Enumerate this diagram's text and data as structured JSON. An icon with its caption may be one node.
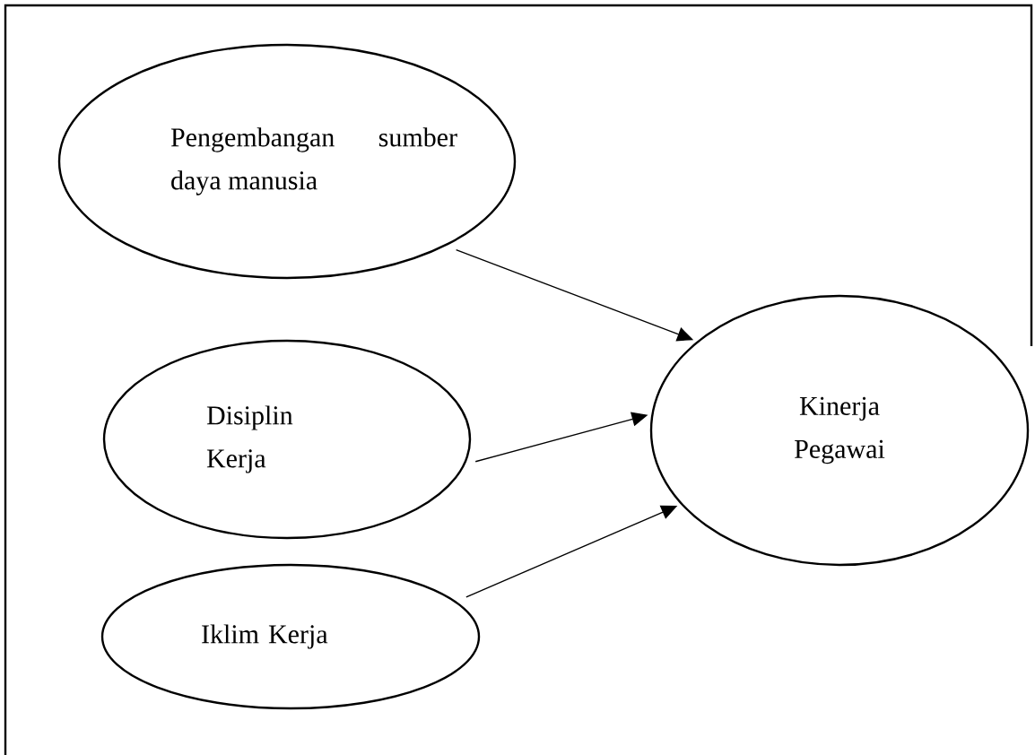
{
  "diagram": {
    "nodes": [
      {
        "text": [
          "Pengembangan sumber daya manusia"
        ]
      },
      {
        "text": [
          "Disiplin Kerja"
        ]
      },
      {
        "text": [
          "Iklim Kerja"
        ]
      },
      {
        "text": [
          "Kinerja Pegawai"
        ]
      }
    ],
    "edges": [
      {
        "from": 0,
        "to": 3,
        "arrow": "to"
      },
      {
        "from": 1,
        "to": 3,
        "arrow": "to"
      },
      {
        "from": 2,
        "to": 3,
        "arrow": "to"
      }
    ]
  }
}
